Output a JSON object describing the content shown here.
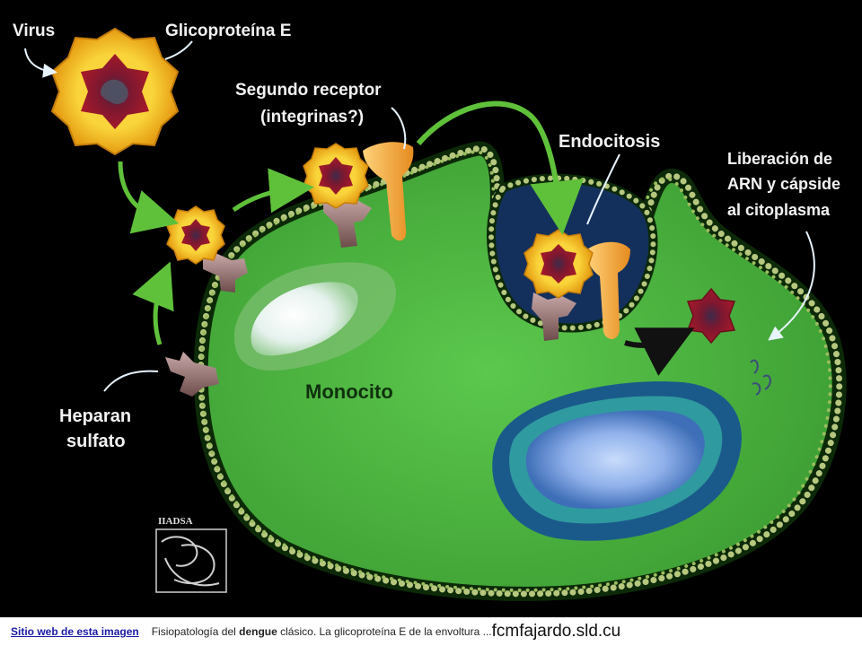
{
  "diagram": {
    "labels": {
      "virus": "Virus",
      "glycoprotein": "Glicoproteína E",
      "second_receptor_line1": "Segundo receptor",
      "second_receptor_line2": "(integrinas?)",
      "endocytosis": "Endocitosis",
      "release_line1": "Liberación de",
      "release_line2": "ARN y cápside",
      "release_line3": "al citoplasma",
      "heparan_line1": "Heparan",
      "heparan_line2": "sulfato",
      "cell": "Monocito",
      "logo_text": "IIADSA"
    },
    "colors": {
      "background": "#000000",
      "cell_fill": "#49b53c",
      "membrane_dots": "#b6c77e",
      "virus_envelope": "#f6c21a",
      "virus_core": "#9a1827",
      "nucleus_blue": "#8fb0ea",
      "arrows": "#5fc13a",
      "receptor_orange": "#f5a636"
    }
  },
  "caption": {
    "link_text": "Sitio web de esta imagen",
    "text_before": "Fisiopatología del",
    "text_bold": "dengue",
    "text_after": "clásico. La glicoproteína E de la envoltura ...",
    "domain": "fcmfajardo.sld.cu"
  }
}
